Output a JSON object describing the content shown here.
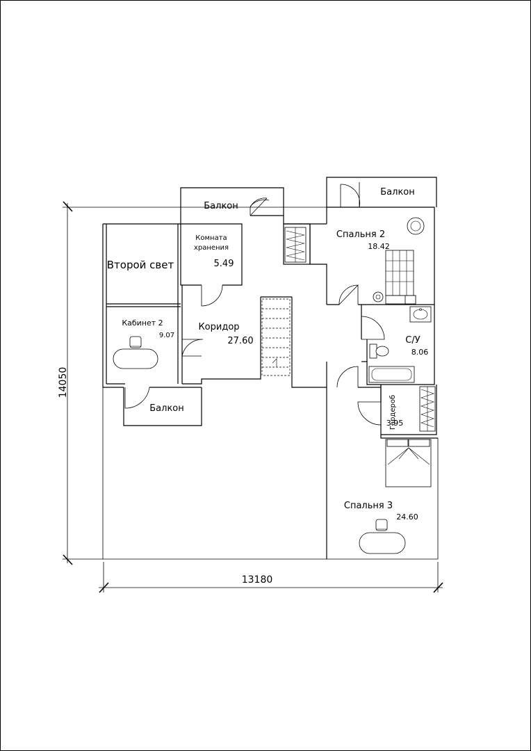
{
  "rooms": {
    "balcony_top_left": "Балкон",
    "balcony_top_right": "Балкон",
    "balcony_bottom": "Балкон",
    "storage_line1": "Комната",
    "storage_line2": "хранения",
    "storage_area": "5.49",
    "second_light": "Второй свет",
    "bedroom2": "Спальня 2",
    "bedroom2_area": "18.42",
    "corridor": "Коридор",
    "corridor_area": "27.60",
    "office2": "Кабинет 2",
    "office2_area": "9.07",
    "bathroom": "С/У",
    "bathroom_area": "8.06",
    "wardrobe": "Гардероб",
    "wardrobe_area": "3.95",
    "bedroom3": "Спальня 3",
    "bedroom3_area": "24.60"
  },
  "dimensions": {
    "width": "13180",
    "height": "14050"
  }
}
